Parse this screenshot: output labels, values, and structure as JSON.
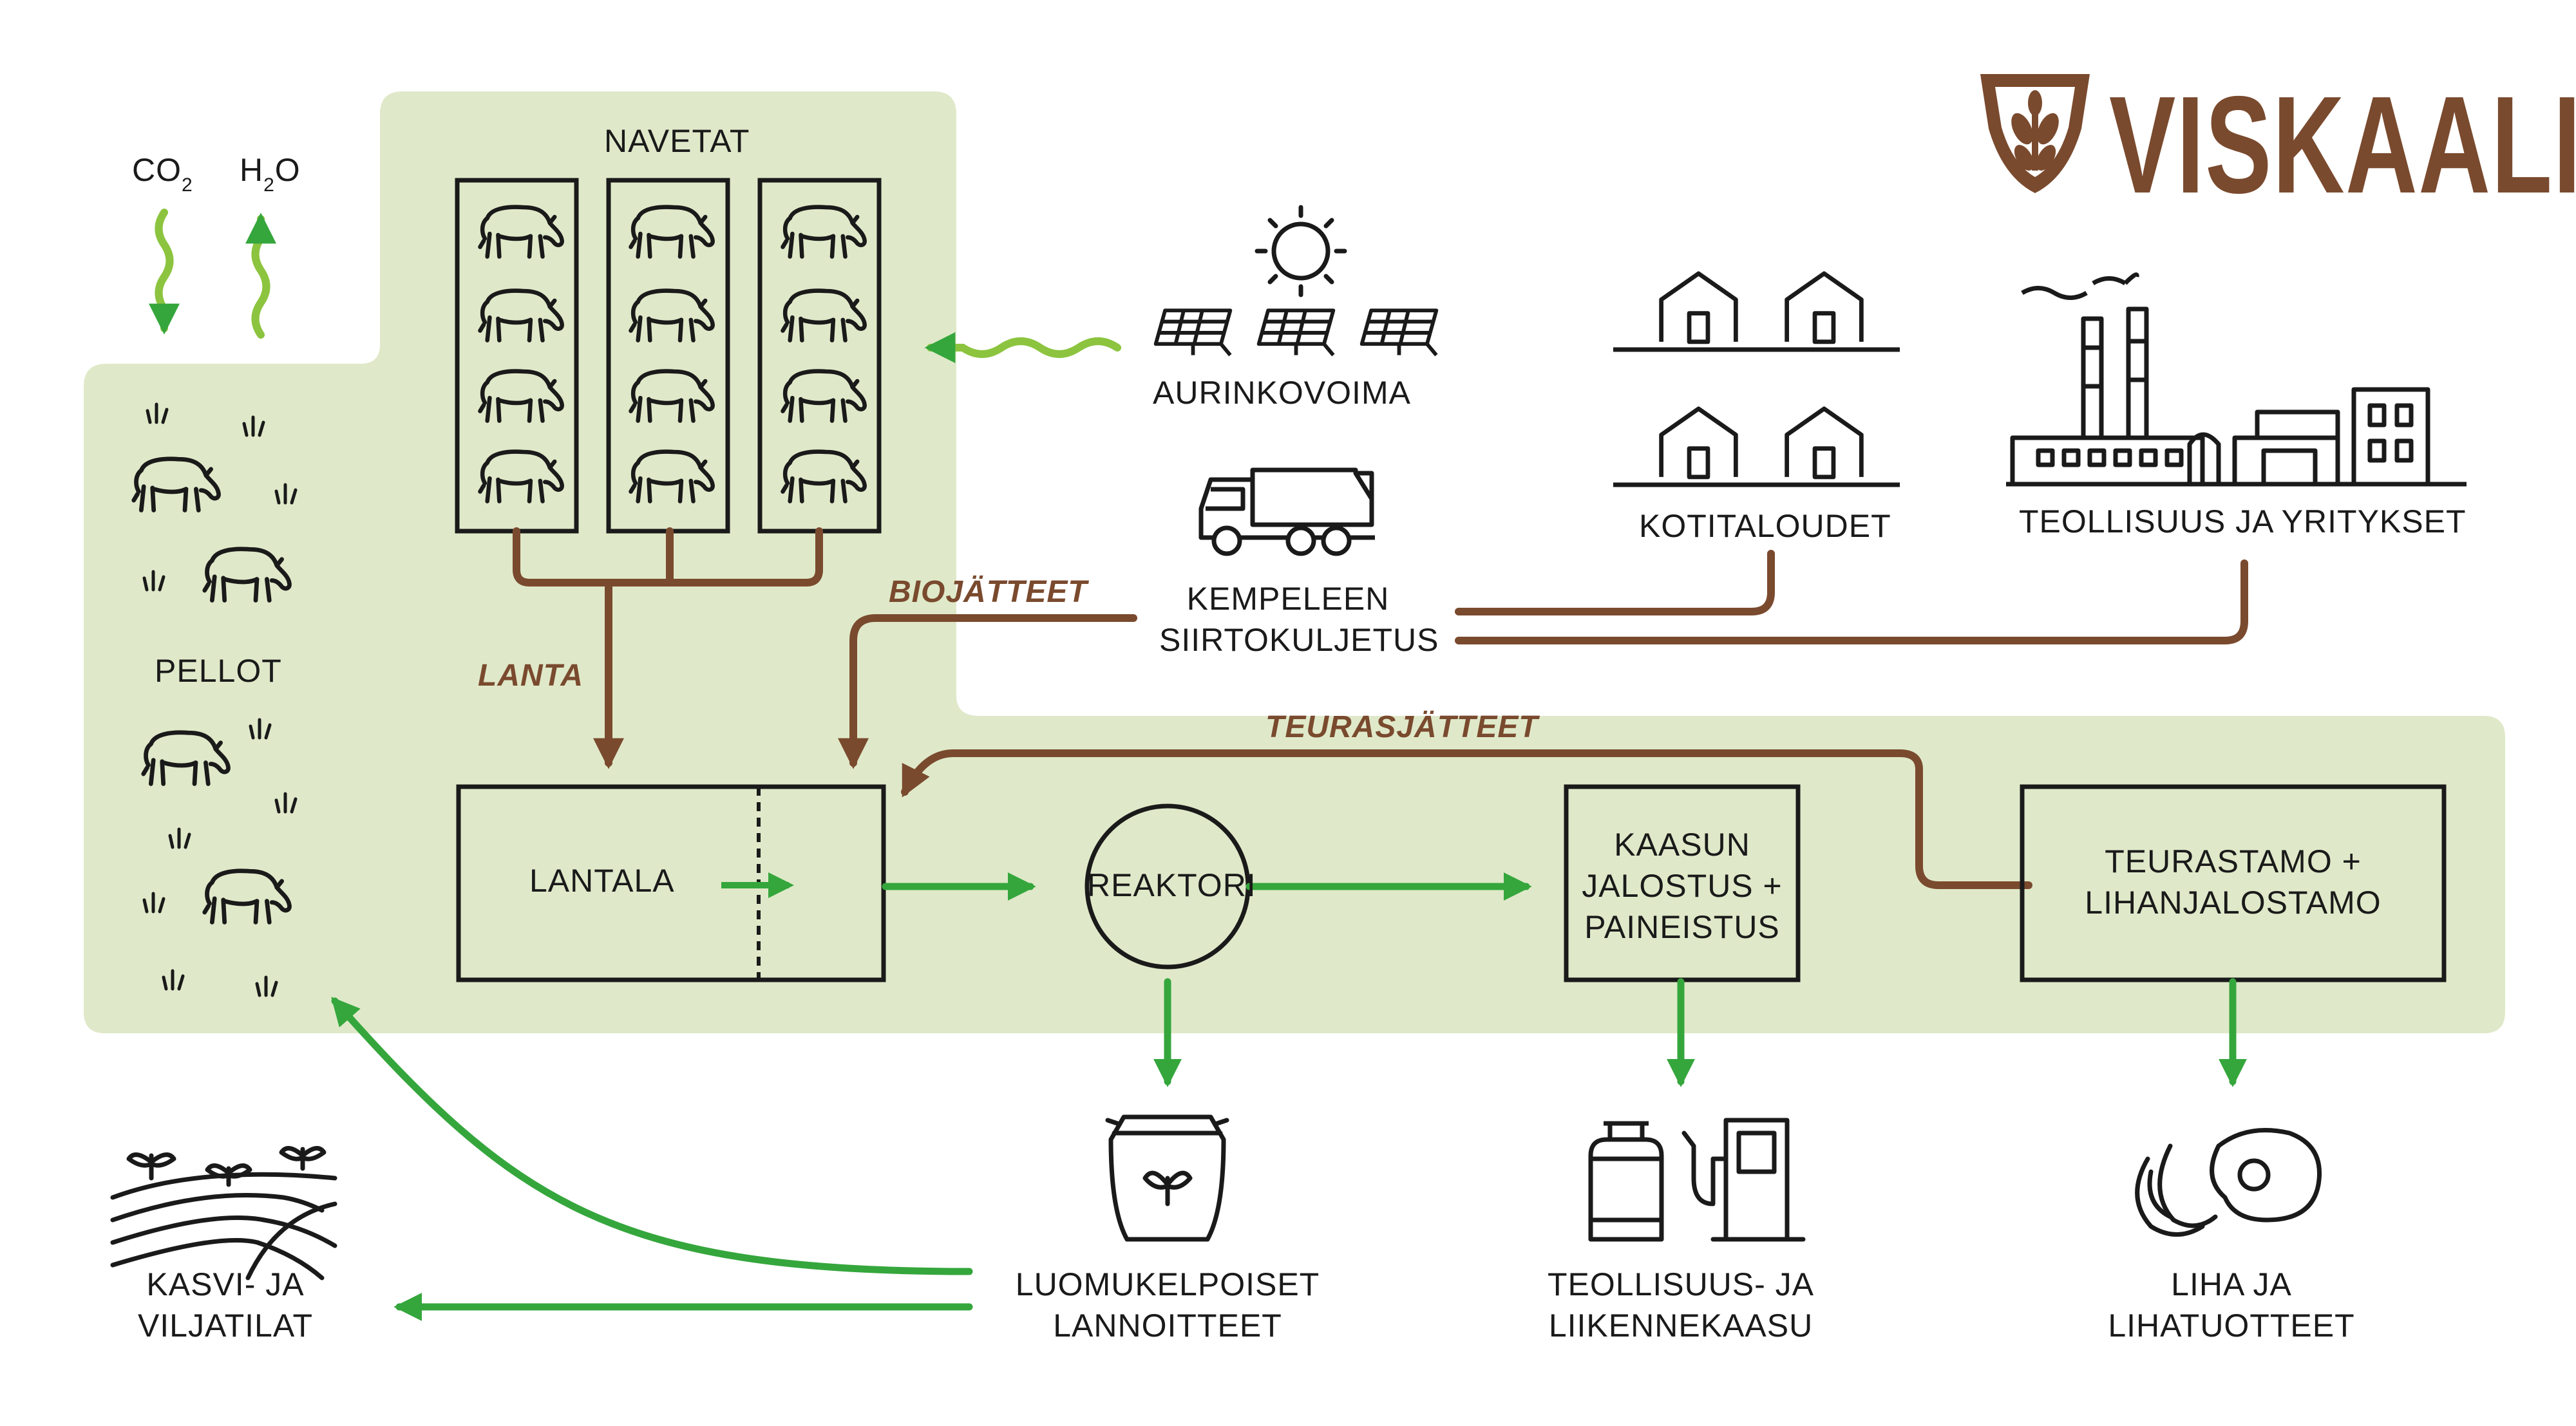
{
  "brand": {
    "name": "VISKAALIN",
    "color": "#7a4a2e"
  },
  "colors": {
    "green_zone": "#dfe9c9",
    "arrow_green": "#35a63c",
    "flow_brown": "#7a4a2e",
    "stroke": "#1a1a1a"
  },
  "atmosphere": {
    "co2_main": "CO",
    "co2_sub": "2",
    "h2o_h": "H",
    "h2o_sub": "2",
    "h2o_o": "O"
  },
  "nodes": {
    "navetat": "NAVETAT",
    "pellot": "PELLOT",
    "aurinkovoima": "AURINKOVOIMA",
    "kotitaloudet": "KOTITALOUDET",
    "teollisuus": "TEOLLISUUS  JA YRITYKSET",
    "kuljetus_line1": "KEMPELEEN",
    "kuljetus_line2": "SIIRTOKULJETUS",
    "lantala": "LANTALA",
    "reaktori": "REAKTORI",
    "kaasu_line1": "KAASUN",
    "kaasu_line2": "JALOSTUS +",
    "kaasu_line3": "PAINEISTUS",
    "teurastamo_line1": "TEURASTAMO +",
    "teurastamo_line2": "LIHANJALOSTAMO"
  },
  "flows": {
    "lanta": "LANTA",
    "biojatteet": "BIOJÄTTEET",
    "teurasjatteet": "TEURASJÄTTEET"
  },
  "outputs": {
    "lannoitteet_line1": "LUOMUKELPOISET",
    "lannoitteet_line2": "LANNOITTEET",
    "kaasu_line1": "TEOLLISUUS- JA",
    "kaasu_line2": "LIIKENNEKAASU",
    "liha_line1": "LIHA JA",
    "liha_line2": "LIHATUOTTEET",
    "viljatilat_line1": "KASVI- JA",
    "viljatilat_line2": "VILJATILAT"
  },
  "icons": [
    "sun-icon",
    "solar-panel-icon",
    "house-icon",
    "factory-icon",
    "garbage-truck-icon",
    "cow-icon",
    "grass-icon",
    "fertilizer-sack-icon",
    "gas-cylinder-icon",
    "fuel-pump-icon",
    "meat-icon",
    "crop-field-icon",
    "wheat-shield-icon"
  ]
}
